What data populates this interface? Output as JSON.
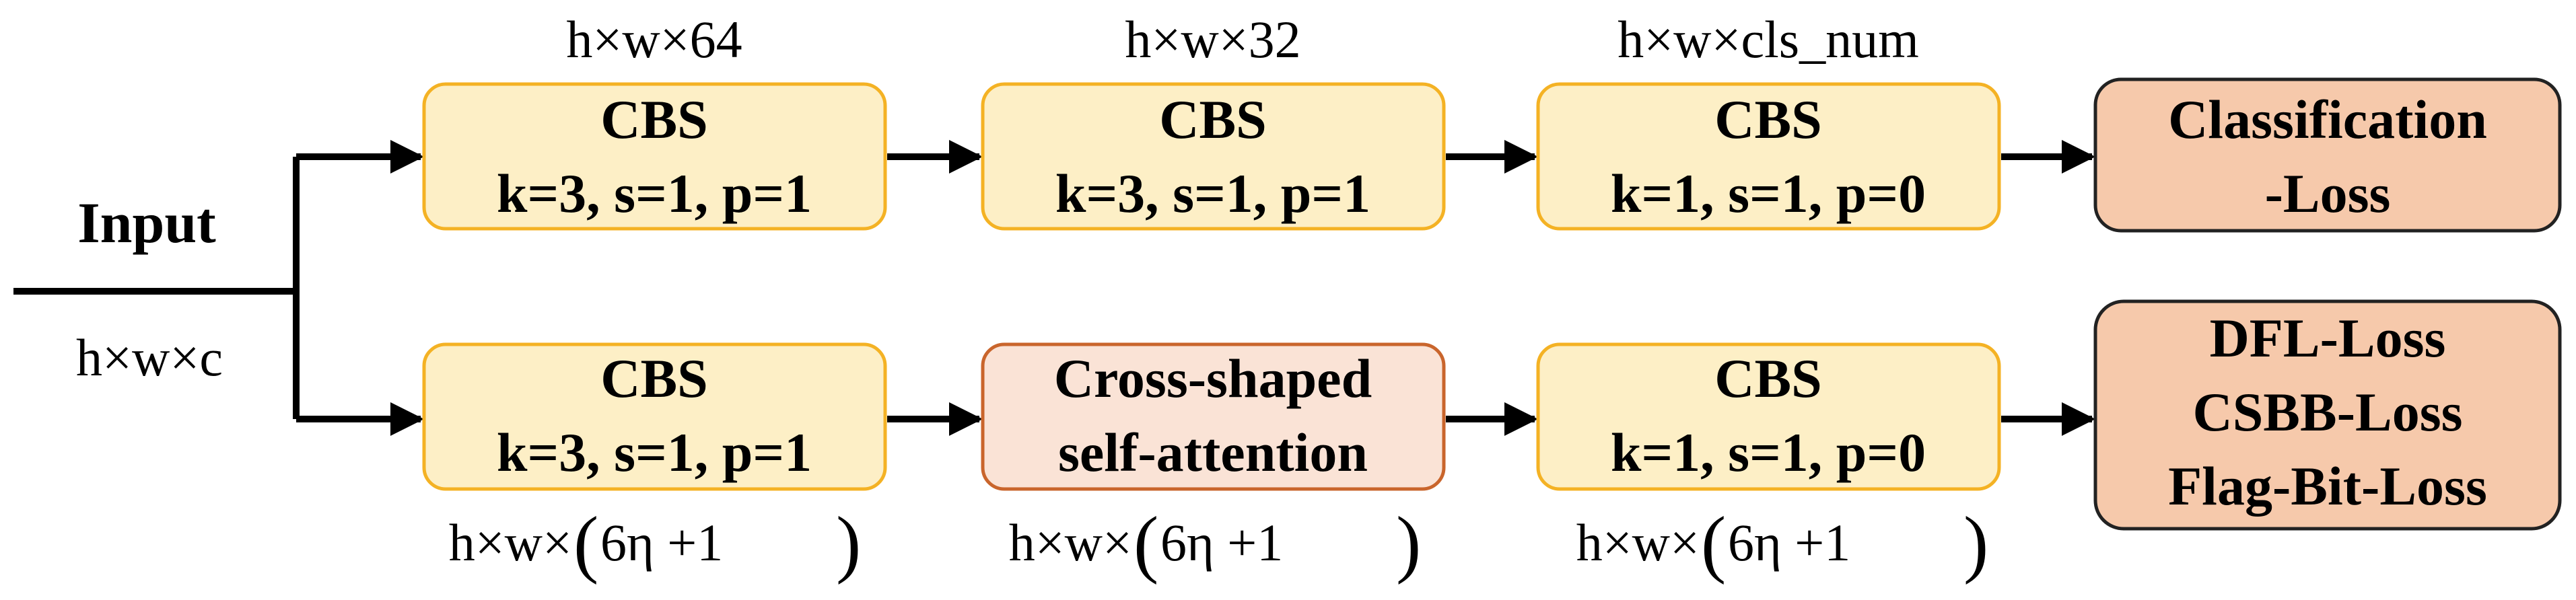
{
  "input": {
    "label": "Input",
    "dims": "h×w×c"
  },
  "top_branch": {
    "block1": {
      "line1": "CBS",
      "line2": "k=3, s=1, p=1",
      "dims": "h×w×64"
    },
    "block2": {
      "line1": "CBS",
      "line2": "k=3, s=1, p=1",
      "dims": "h×w×32"
    },
    "block3": {
      "line1": "CBS",
      "line2": "k=1, s=1, p=0",
      "dims": "h×w×cls_num"
    },
    "loss": {
      "line1": "Classification",
      "line2": "-Loss"
    }
  },
  "bottom_branch": {
    "block1": {
      "line1": "CBS",
      "line2": "k=3, s=1, p=1",
      "dims_prefix": "h×w×",
      "dims_inner": "6η +1"
    },
    "block2": {
      "line1": "Cross-shaped",
      "line2": "self-attention",
      "dims_prefix": "h×w×",
      "dims_inner": "6η +1"
    },
    "block3": {
      "line1": "CBS",
      "line2": "k=1, s=1, p=0",
      "dims_prefix": "h×w×",
      "dims_inner": "6η +1"
    },
    "loss": {
      "line1": "DFL-Loss",
      "line2": "CSBB-Loss",
      "line3": "Flag-Bit-Loss"
    }
  },
  "colors": {
    "cbs_fill": "#fdefc6",
    "cbs_stroke": "#f4b224",
    "attention_fill": "#fae3d6",
    "attention_stroke": "#c9652c",
    "loss_fill": "#f6c9ab",
    "loss_stroke": "#222222",
    "line": "#000000"
  }
}
